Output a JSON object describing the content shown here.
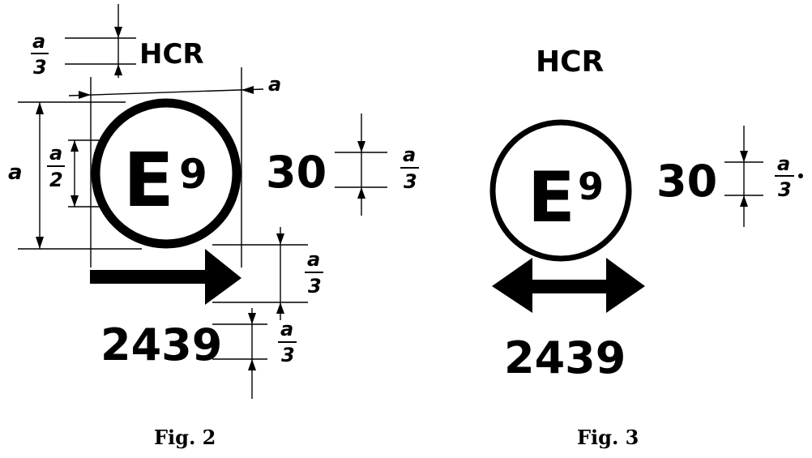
{
  "figures": [
    {
      "caption": "Fig. 2",
      "top_label": "HCR",
      "sign_letter": "E",
      "sign_number": "9",
      "side_number": "30",
      "bottom_number": "2439",
      "arrow": "right-arrow"
    },
    {
      "caption": "Fig. 3",
      "top_label": "HCR",
      "sign_letter": "E",
      "sign_number": "9",
      "side_number": "30",
      "bottom_number": "2439",
      "arrow": "double-headed-arrow"
    }
  ],
  "dimensions": {
    "a": "a",
    "numerator": "a",
    "half_denominator": "2",
    "third_denominator": "3"
  }
}
